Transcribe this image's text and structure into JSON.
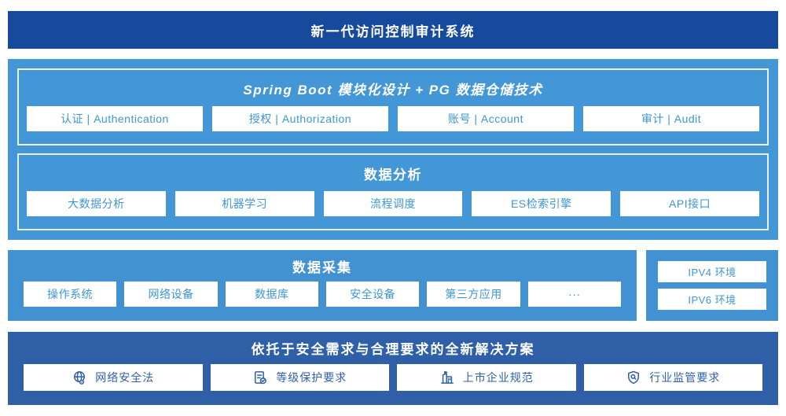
{
  "header": {
    "title": "新一代访问控制审计系统"
  },
  "platform": {
    "architecture": {
      "title": "Spring Boot 模块化设计 + PG 数据仓储技术",
      "items": [
        "认证 | Authentication",
        "授权 | Authorization",
        "账号 | Account",
        "审计 | Audit"
      ]
    },
    "analysis": {
      "title": "数据分析",
      "items": [
        "大数据分析",
        "机器学习",
        "流程调度",
        "ES检索引擎",
        "API接口"
      ]
    }
  },
  "collection": {
    "title": "数据采集",
    "items": [
      "操作系统",
      "网络设备",
      "数据库",
      "安全设备",
      "第三方应用",
      "···"
    ],
    "environments": [
      "IPV4 环境",
      "IPV6 环境"
    ]
  },
  "solution": {
    "title": "依托于安全需求与合理要求的全新解决方案",
    "items": [
      {
        "icon": "globe-icon",
        "label": "网络安全法"
      },
      {
        "icon": "document-check-icon",
        "label": "等级保护要求"
      },
      {
        "icon": "building-icon",
        "label": "上市企业规范"
      },
      {
        "icon": "shield-search-icon",
        "label": "行业监管要求"
      }
    ]
  },
  "colors": {
    "navy": "#17499c",
    "sky": "#4397d6",
    "sky2": "#4291d1",
    "solution": "#2e5fa7",
    "boxtext": "#3e96d2",
    "border": "#e8f0f8"
  }
}
